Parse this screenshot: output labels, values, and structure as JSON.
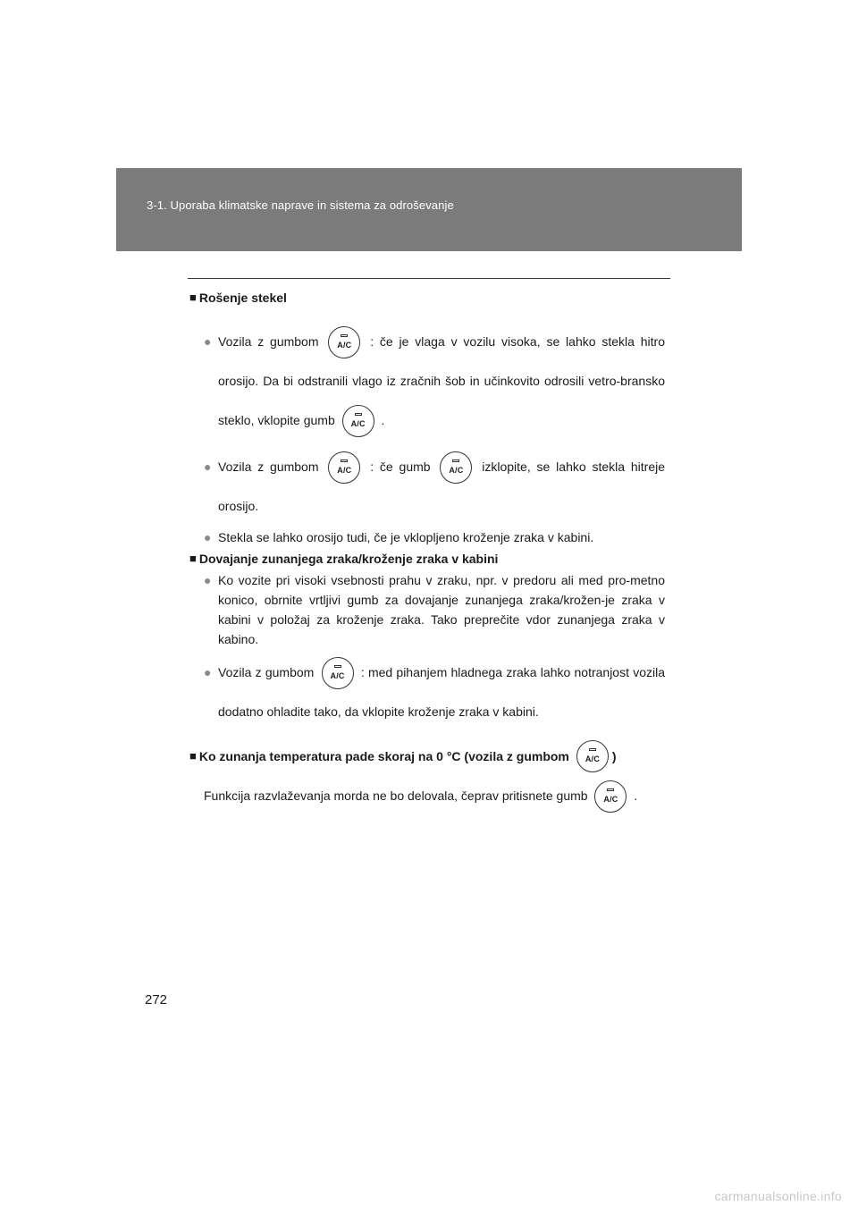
{
  "header": {
    "section": "3-1. Uporaba klimatske naprave in sistema za odroševanje"
  },
  "icons": {
    "ac_button": "ac-button-icon",
    "square_bullet": "■",
    "round_bullet": "●"
  },
  "colors": {
    "header_band": "#7b7b7b",
    "bullet_dot": "#8a8a8a"
  },
  "ac_label": "A/C",
  "sections": {
    "fogging": {
      "title": "Rošenje stekel",
      "b1": {
        "pre": "Vozila z gumbom",
        "mid": ": če je vlaga v vozilu visoka, se lahko stekla hitro orosijo. Da bi odstranili vlago iz zračnih šob in učinkovito odrosili vetro-bransko steklo, vklopite gumb",
        "end": "."
      },
      "b2": {
        "pre": "Vozila z gumbom",
        "mid": ": če gumb",
        "end": "izklopite, se lahko stekla hitreje orosijo."
      },
      "b3": "Stekla se lahko orosijo tudi, če je vklopljeno kroženje zraka v kabini."
    },
    "recirc": {
      "title": "Dovajanje zunanjega zraka/kroženje zraka v kabini",
      "b1": "Ko vozite pri visoki vsebnosti prahu v zraku, npr. v predoru ali med pro-metno konico, obrnite vrtljivi gumb za dovajanje zunanjega zraka/krožen-je zraka v kabini v položaj za kroženje zraka. Tako preprečite vdor zunanjega zraka v kabino.",
      "b2": {
        "pre": "Vozila z gumbom",
        "end": ": med pihanjem hladnega zraka lahko notranjost vozila dodatno ohladite tako, da vklopite kroženje zraka v kabini."
      }
    },
    "cold": {
      "title": "Ko zunanja temperatura pade skoraj na 0 °C (vozila z gumbom",
      "title_end": ")",
      "text": "Funkcija razvlaževanja morda ne bo delovala, čeprav pritisnete gumb",
      "text_end": "."
    }
  },
  "page_number": "272",
  "watermark": "carmanualsonline.info"
}
